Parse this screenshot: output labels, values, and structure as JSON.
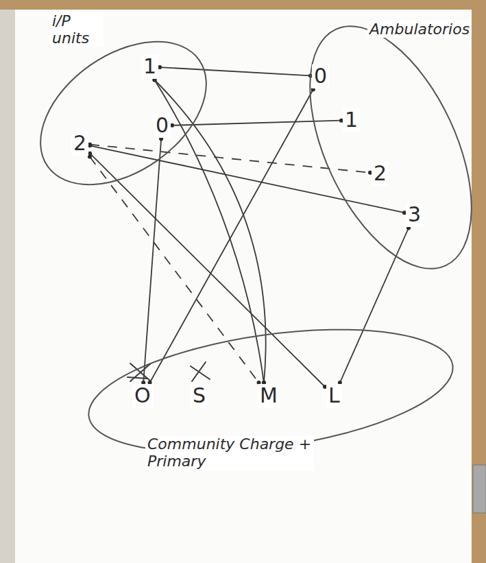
{
  "diagram": {
    "nodes": [
      {
        "text": [
          "i/P units"
        ]
      },
      {
        "text": [
          "1"
        ],
        "in": 0
      },
      {
        "text": [
          "2"
        ],
        "in": 0
      },
      {
        "text": [
          "0"
        ],
        "in": 0
      },
      {
        "text": [
          "Ambulatorios"
        ]
      },
      {
        "text": [
          "0"
        ],
        "in": 4
      },
      {
        "text": [
          "1"
        ],
        "in": 4
      },
      {
        "text": [
          "2"
        ],
        "in": 4
      },
      {
        "text": [
          "3"
        ],
        "in": 4
      },
      {
        "text": [
          "Community Charge + Primary"
        ]
      },
      {
        "text": [
          "O"
        ],
        "in": 9
      },
      {
        "text": [
          "S"
        ],
        "in": 9
      },
      {
        "text": [
          "M"
        ],
        "in": 9
      },
      {
        "text": [
          "L"
        ],
        "in": 9
      }
    ],
    "edges": [
      {
        "from": 1,
        "to": 5,
        "arrow": "none"
      },
      {
        "from": 1,
        "to": 12,
        "arrow": "none"
      },
      {
        "from": 1,
        "to": 12,
        "arrow": "none"
      },
      {
        "from": 3,
        "to": 6,
        "arrow": "none"
      },
      {
        "from": 3,
        "to": 10,
        "arrow": "none"
      },
      {
        "from": 2,
        "to": 7,
        "arrow": "none"
      },
      {
        "from": 2,
        "to": 8,
        "arrow": "none"
      },
      {
        "from": 2,
        "to": 13,
        "arrow": "none"
      },
      {
        "from": 5,
        "to": 10,
        "arrow": "none"
      },
      {
        "from": 8,
        "to": 13,
        "arrow": "none"
      },
      {
        "from": 2,
        "to": 12,
        "arrow": "none"
      }
    ]
  }
}
